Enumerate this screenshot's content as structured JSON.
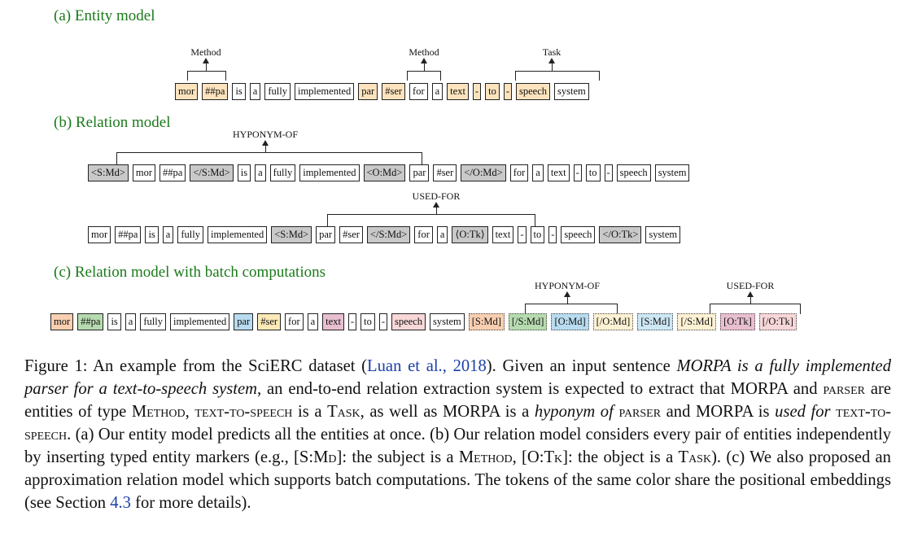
{
  "sections": {
    "a": "(a) Entity model",
    "b": "(b) Relation model",
    "c": "(c) Relation model with batch computations"
  },
  "row_a": {
    "labels": {
      "method1": "Method",
      "method2": "Method",
      "task": "Task"
    },
    "tokens": [
      {
        "text": "mor",
        "color": "#fde3bd"
      },
      {
        "text": "##pa",
        "color": "#fde3bd"
      },
      {
        "text": "is"
      },
      {
        "text": "a"
      },
      {
        "text": "fully"
      },
      {
        "text": "implemented"
      },
      {
        "text": "par",
        "color": "#fde3bd"
      },
      {
        "text": "#ser",
        "color": "#fde3bd"
      },
      {
        "text": "for"
      },
      {
        "text": "a"
      },
      {
        "text": "text",
        "color": "#fde3bd"
      },
      {
        "text": "-",
        "color": "#fde3bd"
      },
      {
        "text": "to",
        "color": "#fde3bd"
      },
      {
        "text": "-",
        "color": "#fde3bd"
      },
      {
        "text": "speech",
        "color": "#fde3bd"
      },
      {
        "text": "system"
      }
    ]
  },
  "row_b1": {
    "label": "HYPONYM-OF",
    "tokens": [
      {
        "text": "<S:Md>",
        "color": "#c9c9c9"
      },
      {
        "text": "mor"
      },
      {
        "text": "##pa"
      },
      {
        "text": "</S:Md>",
        "color": "#c9c9c9"
      },
      {
        "text": "is"
      },
      {
        "text": "a"
      },
      {
        "text": "fully"
      },
      {
        "text": "implemented"
      },
      {
        "text": "<O:Md>",
        "color": "#c9c9c9"
      },
      {
        "text": "par"
      },
      {
        "text": "#ser"
      },
      {
        "text": "</O:Md>",
        "color": "#c9c9c9"
      },
      {
        "text": "for"
      },
      {
        "text": "a"
      },
      {
        "text": "text"
      },
      {
        "text": "-"
      },
      {
        "text": "to"
      },
      {
        "text": "-"
      },
      {
        "text": "speech"
      },
      {
        "text": "system"
      }
    ]
  },
  "row_b2": {
    "label": "USED-FOR",
    "tokens": [
      {
        "text": "mor"
      },
      {
        "text": "##pa"
      },
      {
        "text": "is"
      },
      {
        "text": "a"
      },
      {
        "text": "fully"
      },
      {
        "text": "implemented"
      },
      {
        "text": "<S:Md>",
        "color": "#c9c9c9"
      },
      {
        "text": "par"
      },
      {
        "text": "#ser"
      },
      {
        "text": "</S:Md>",
        "color": "#c9c9c9"
      },
      {
        "text": "for"
      },
      {
        "text": "a"
      },
      {
        "text": "⟨O:Tk⟩",
        "color": "#c9c9c9"
      },
      {
        "text": "text"
      },
      {
        "text": "-"
      },
      {
        "text": "to"
      },
      {
        "text": "-"
      },
      {
        "text": "speech"
      },
      {
        "text": "</O:Tk>",
        "color": "#c9c9c9"
      },
      {
        "text": "system"
      }
    ]
  },
  "row_c": {
    "label1": "HYPONYM-OF",
    "label2": "USED-FOR",
    "tokens": [
      {
        "text": "mor",
        "color": "#f8cfb0"
      },
      {
        "text": "##pa",
        "color": "#b7dbb0"
      },
      {
        "text": "is"
      },
      {
        "text": "a"
      },
      {
        "text": "fully"
      },
      {
        "text": "implemented"
      },
      {
        "text": "par",
        "color": "#b8dbef"
      },
      {
        "text": "#ser",
        "color": "#fbeab8"
      },
      {
        "text": "for"
      },
      {
        "text": "a"
      },
      {
        "text": "text",
        "color": "#e8bfd0"
      },
      {
        "text": "-"
      },
      {
        "text": "to"
      },
      {
        "text": "-"
      },
      {
        "text": "speech",
        "color": "#f8d7d9"
      },
      {
        "text": "system"
      },
      {
        "text": "[S:Md]",
        "color": "#f8cfb0",
        "dotted": true
      },
      {
        "text": "[/S:Md]",
        "color": "#b7dbb0",
        "dotted": true
      },
      {
        "text": "[O:Md]",
        "color": "#b8dbef",
        "dotted": true
      },
      {
        "text": "[/O:Md]",
        "color": "#fdf1d4",
        "dotted": true
      },
      {
        "text": "[S:Md]",
        "color": "#cde7f5",
        "dotted": true
      },
      {
        "text": "[/S:Md]",
        "color": "#fdf1d4",
        "dotted": true
      },
      {
        "text": "[O:Tk]",
        "color": "#e8bfd0",
        "dotted": true
      },
      {
        "text": "[/O:Tk]",
        "color": "#f8d7d9",
        "dotted": true
      }
    ]
  },
  "caption": {
    "p1": "Figure 1: An example from the SciERC dataset (",
    "cite": "Luan et al., 2018",
    "p2": "). Given an input sentence ",
    "ital1": "MORPA is a fully implemented parser for a text-to-speech system",
    "p3": ", an end-to-end relation extraction system is expected to extract that MORPA and ",
    "sc1": "parser",
    "p4": " are entities of type ",
    "sc2": "Method",
    "p5": ", ",
    "sc3": "text-to-speech",
    "p6": " is a ",
    "sc4": "Task",
    "p7": ", as well as MORPA is a ",
    "ital2": "hyponym of",
    "p8": " ",
    "sc5": "parser",
    "p9": " and MORPA is ",
    "ital3": "used for",
    "p10": " ",
    "sc6": "text-to-speech",
    "p11": ". (a) Our entity model predicts all the entities at once. (b) Our relation model considers every pair of entities independently by inserting typed entity markers (e.g., [S:",
    "sc7": "Md",
    "p12": "]: the subject is a ",
    "sc8": "Method",
    "p13": ", [O:",
    "sc9": "Tk",
    "p14": "]: the object is a ",
    "sc10": "Task",
    "p15": "). (c) We also proposed an approximation relation model which supports batch computations. The tokens of the same color share the positional embeddings (see Section ",
    "sec": "4.3",
    "p16": " for more details)."
  }
}
